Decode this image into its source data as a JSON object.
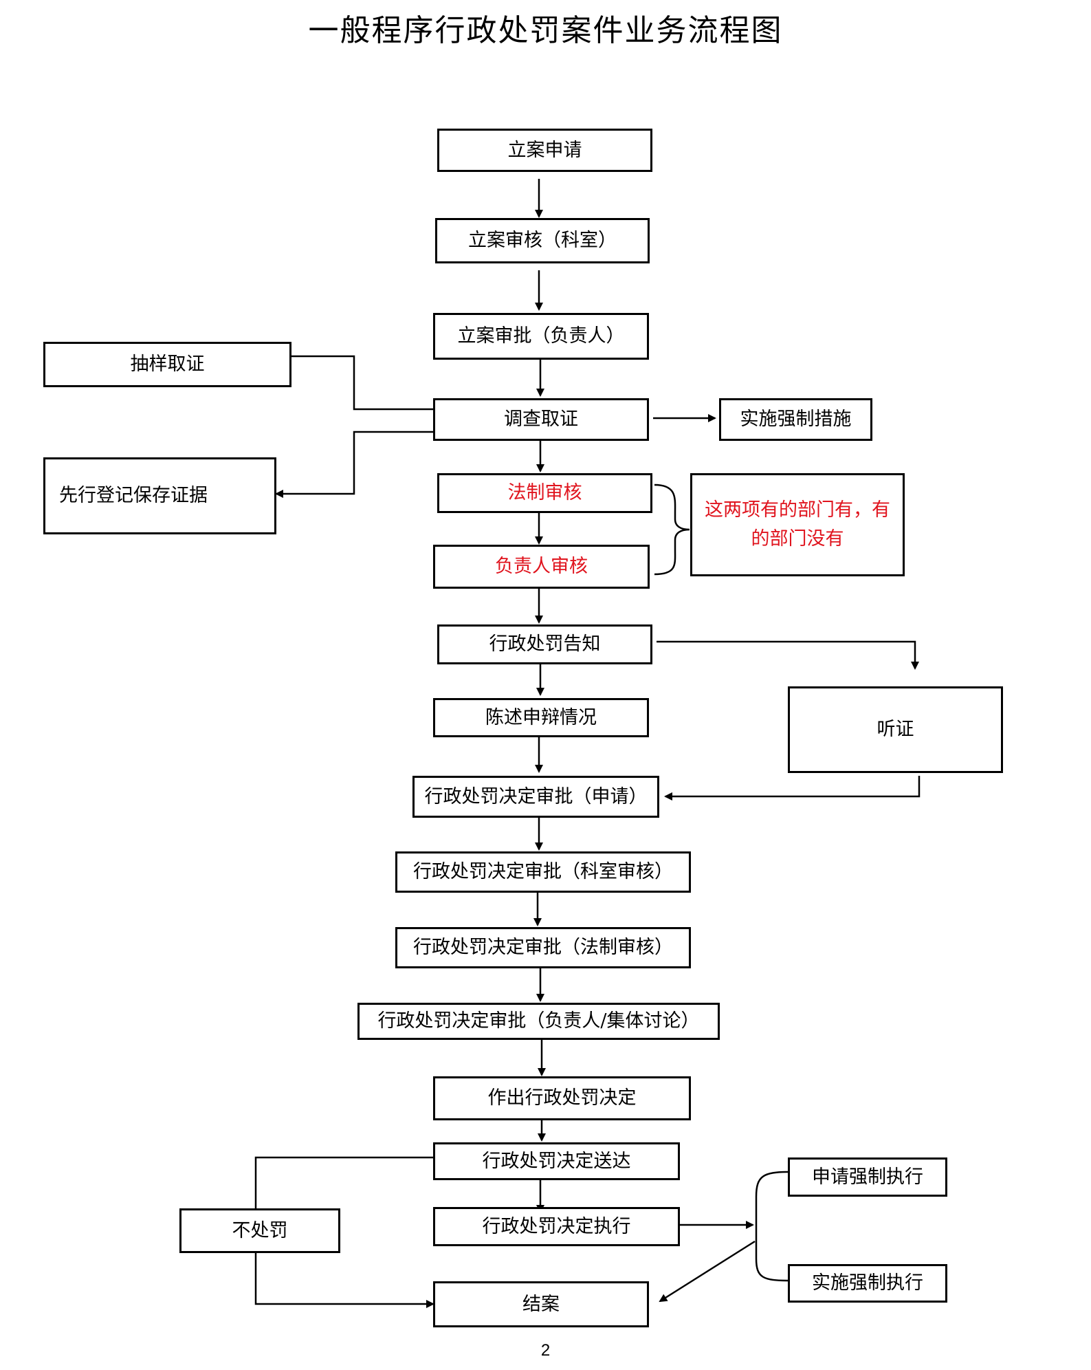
{
  "title": "一般程序行政处罚案件业务流程图",
  "nodes": {
    "n1": "立案申请",
    "n2": "立案审核（科室）",
    "n3": "立案审批（负责人）",
    "sampling": "抽样取证",
    "investigate": "调查取证",
    "enforce_measures": "实施强制措施",
    "preserve": "先行登记保存证据",
    "legal_review": "法制审核",
    "head_review": "负责人审核",
    "note": "这两项有的部门有，有的部门没有",
    "notice": "行政处罚告知",
    "statement": "陈述申辩情况",
    "hearing": "听证",
    "d1": "行政处罚决定审批（申请）",
    "d2": "行政处罚决定审批（科室审核）",
    "d3": "行政处罚决定审批（法制审核）",
    "d4": "行政处罚决定审批（负责人/集体讨论）",
    "make_decision": "作出行政处罚决定",
    "deliver": "行政处罚决定送达",
    "execute": "行政处罚决定执行",
    "no_penalty": "不处罚",
    "apply_enforce": "申请强制执行",
    "impl_enforce": "实施强制执行",
    "close": "结案"
  },
  "page_number": "2",
  "colors": {
    "line": "#000000",
    "highlight": "#e0141e"
  }
}
